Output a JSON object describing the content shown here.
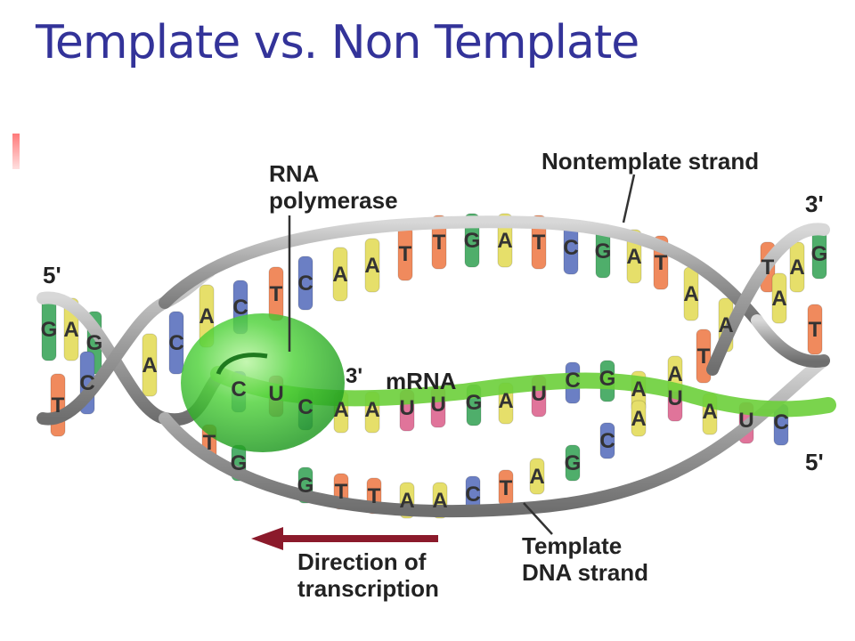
{
  "slide": {
    "title": "Template vs. Non Template",
    "bullet_color": "#ff6666"
  },
  "diagram": {
    "labels": {
      "nontemplate": "Nontemplate strand",
      "polymerase_line1": "RNA",
      "polymerase_line2": "polymerase",
      "mrna": "mRNA",
      "template_line1": "Template",
      "template_line2": "DNA strand",
      "direction_line1": "Direction of",
      "direction_line2": "transcription",
      "end_5_left": "5'",
      "end_3_right_top": "3'",
      "end_3_mrna": "3'",
      "end_5_right_bottom": "5'"
    },
    "top_strand_bases": [
      "C",
      "T",
      "C",
      "A",
      "A",
      "T",
      "T",
      "G",
      "A",
      "T",
      "C",
      "G",
      "A",
      "T",
      "A",
      "A",
      "T"
    ],
    "bottom_strand_bases": [
      "T",
      "G",
      "G",
      "T",
      "T",
      "A",
      "A",
      "C",
      "T",
      "A",
      "G",
      "C",
      "A",
      "A"
    ],
    "mrna_bases": [
      "C",
      "U",
      "C",
      "A",
      "A",
      "U",
      "U",
      "G",
      "A",
      "U",
      "C",
      "G",
      "A",
      "U",
      "A",
      "U",
      "C"
    ],
    "left_helix_bases": [
      "G",
      "A",
      "G",
      "T",
      "C",
      "A",
      "C",
      "A"
    ],
    "right_helix_bases": [
      "T",
      "A",
      "G",
      "A",
      "T"
    ],
    "colors": {
      "backbone": "#9a9a9a",
      "polymerase": "#33cc33",
      "mrna": "#66cc33",
      "arrow": "#8b1a2b",
      "A": "#e6df6a",
      "T": "#f08a5d",
      "G": "#4fae6b",
      "C": "#6b7fc4",
      "U": "#e0749a"
    }
  }
}
